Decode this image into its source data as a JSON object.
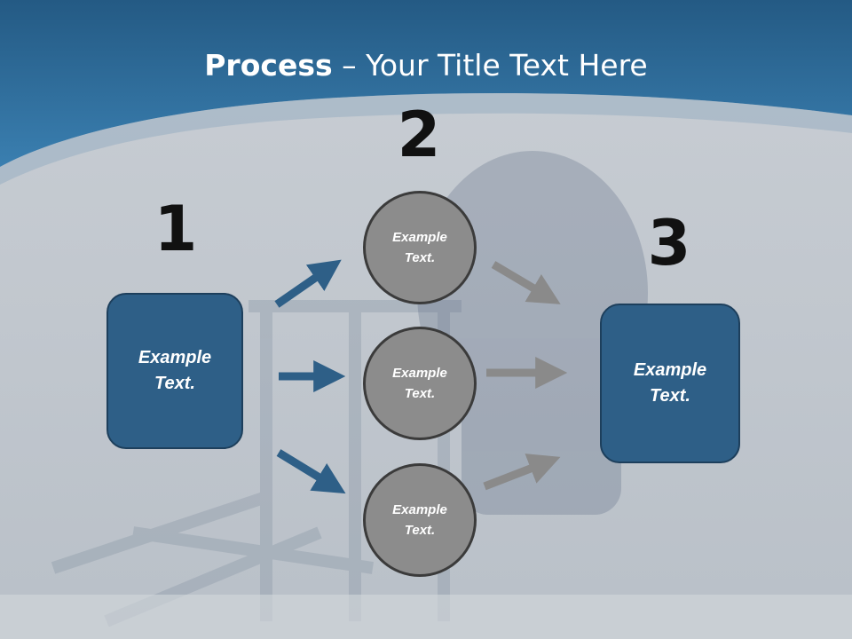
{
  "slide": {
    "title_bold": "Process",
    "title_rest": " – Your Title Text Here",
    "colors": {
      "header": "#2f6f9f",
      "box": "#2e5f87",
      "circle": "#8c8c8c",
      "arrow_blue": "#2e5f87",
      "arrow_gray": "#8a8a8a"
    }
  },
  "numbers": {
    "one": "1",
    "two": "2",
    "three": "3"
  },
  "left_box": {
    "text_line1": "Example",
    "text_line2": "Text."
  },
  "circles": [
    {
      "text_line1": "Example",
      "text_line2": "Text."
    },
    {
      "text_line1": "Example",
      "text_line2": "Text."
    },
    {
      "text_line1": "Example",
      "text_line2": "Text."
    }
  ],
  "right_box": {
    "text_line1": "Example",
    "text_line2": "Text."
  }
}
